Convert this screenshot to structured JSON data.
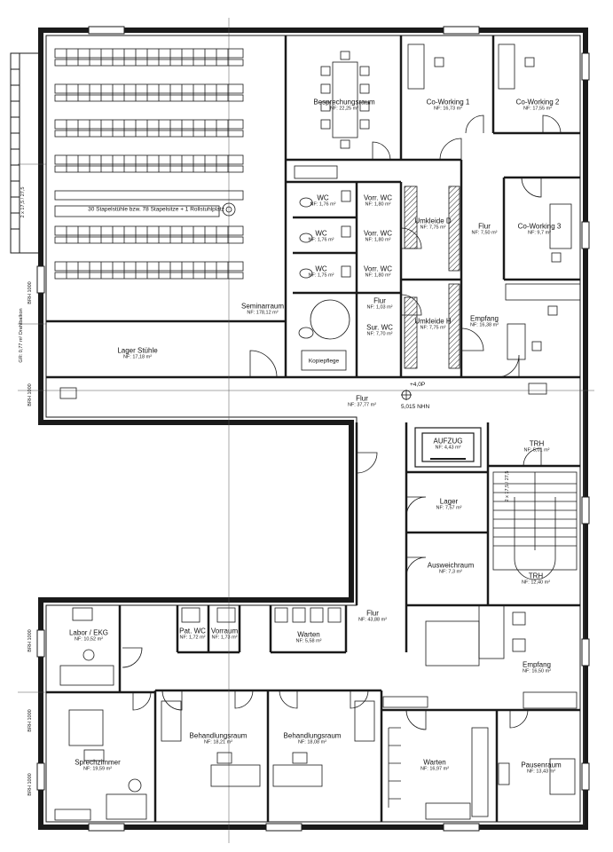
{
  "rooms": {
    "seminar": {
      "name": "Seminarraum",
      "area": "NF: 178,12 m²"
    },
    "stapel_note": "30 Stapelstühle bzw. 78 Stapelsitze + 1 Rollstuhlplatz",
    "lager_stuehle": {
      "name": "Lager Stühle",
      "area": "NF: 17,18 m²"
    },
    "besprechung": {
      "name": "Besprechungsraum",
      "area": "NF: 22,25 m²"
    },
    "coworking1": {
      "name": "Co-Working 1",
      "area": "NF: 16,73 m²"
    },
    "coworking2": {
      "name": "Co-Working 2",
      "area": "NF: 17,55 m²"
    },
    "coworking3": {
      "name": "Co-Working 3",
      "area": "NF: 9,7 m²"
    },
    "wc_d": {
      "name": "WC",
      "area": "NF: 1,76 m²"
    },
    "wc_h": {
      "name": "WC",
      "area": "NF: 1,76 m²"
    },
    "wc_b": {
      "name": "WC",
      "area": "NF: 1,75 m²"
    },
    "vorr_wc1": {
      "name": "Vorr. WC",
      "area": "NF: 1,80 m²"
    },
    "vorr_wc2": {
      "name": "Vorr. WC",
      "area": "NF: 1,80 m²"
    },
    "vorr_wc3": {
      "name": "Vorr. WC",
      "area": "NF: 1,80 m²"
    },
    "flur_small": {
      "name": "Flur",
      "area": "NF: 1,03 m²"
    },
    "sur_wc": {
      "name": "Sur. WC",
      "area": "NF: 7,70 m²"
    },
    "umkleide_d": {
      "name": "Umkleide D",
      "area": "NF: 7,75 m²"
    },
    "umkleide_h": {
      "name": "Umkleide H",
      "area": "NF: 7,75 m²"
    },
    "flur_top": {
      "name": "Flur",
      "area": "NF: 7,50 m²"
    },
    "empfang_top": {
      "name": "Empfang",
      "area": "NF: 16,38 m²"
    },
    "kopiepflege": {
      "name": "Kopiepflege",
      "area": ""
    },
    "flur_main": {
      "name": "Flur",
      "area": "NF: 37,77 m²"
    },
    "level_mark": "+4,0P",
    "nhn": "5,015 NHN",
    "aufzug": {
      "name": "AUFZUG",
      "area": "NF: 4,43 m²"
    },
    "trh_top": {
      "name": "TRH",
      "area": "NF: 5,01 m²"
    },
    "lager": {
      "name": "Lager",
      "area": "NF: 7,57 m²"
    },
    "ausweich": {
      "name": "Ausweichraum",
      "area": "NF: 7,3 m²"
    },
    "trh_bot": {
      "name": "TRH",
      "area": "NF: 12,40 m²"
    },
    "labor": {
      "name": "Labor / EKG",
      "area": "NF: 10,52 m²"
    },
    "pat_wc": {
      "name": "Pat. WC",
      "area": "NF: 1,72 m²"
    },
    "vorraum": {
      "name": "Vorraum",
      "area": "NF: 1,73 m²"
    },
    "warten_small": {
      "name": "Warten",
      "area": "NF: 5,58 m²"
    },
    "flur_bottom": {
      "name": "Flur",
      "area": "NF: 43,88 m²"
    },
    "empfang_bot": {
      "name": "Empfang",
      "area": "NF: 16,50 m²"
    },
    "sprechzimmer": {
      "name": "Sprechzimmer",
      "area": "NF: 19,59 m²"
    },
    "behandlung1": {
      "name": "Behandlungsraum",
      "area": "NF: 18,21 m²"
    },
    "behandlung2": {
      "name": "Behandlungsraum",
      "area": "NF: 18,08 m²"
    },
    "warten_large": {
      "name": "Warten",
      "area": "NF: 16,97 m²"
    },
    "pausenraum": {
      "name": "Pausenraum",
      "area": "NF: 13,43 m²"
    }
  },
  "margin_labels": {
    "brh_1": "BRH 1000",
    "brh_2": "BRH 1000",
    "brh_3": "BRH 1000",
    "brh_4": "BRH 1000",
    "brh_5": "BRH 1000",
    "left_note": "GR: 0,77 m² Drahtbalkon",
    "stair_top": "2 x 17,5 / 27,5",
    "stair_mid": "2 x 17,5 / 27,5"
  },
  "colors": {
    "line": "#1a1a1a",
    "paper": "#ffffff",
    "fill": "#d9d9d9"
  }
}
